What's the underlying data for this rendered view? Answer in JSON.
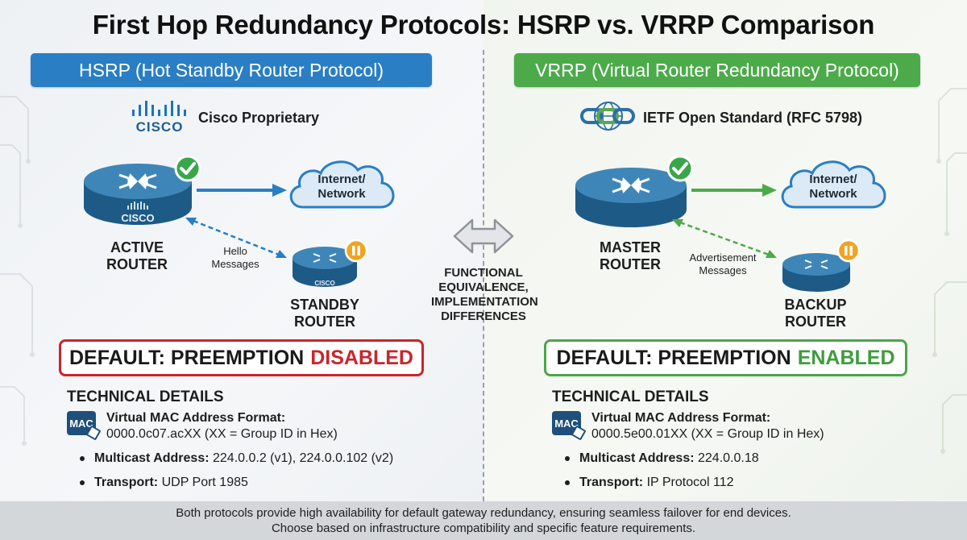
{
  "title": "First Hop Redundancy Protocols: HSRP vs. VRRP Comparison",
  "colors": {
    "hsrp_accent": "#2a7ec3",
    "vrrp_accent": "#4caa4a",
    "disabled_red": "#c8262c",
    "enabled_green": "#3f9c3d",
    "active_check": "#3aa64a",
    "standby_pause": "#f0a420"
  },
  "hsrp": {
    "banner": "HSRP (Hot Standby Router Protocol)",
    "vendor_logo_icon": "cisco-logo-icon",
    "vendor_logo_text": "CISCO",
    "vendor_text": "Cisco Proprietary",
    "primary_router_label_line1": "ACTIVE",
    "primary_router_label_line2": "ROUTER",
    "primary_router_brand": "CISCO",
    "secondary_router_label_line1": "STANDBY",
    "secondary_router_label_line2": "ROUTER",
    "secondary_router_brand": "CISCO",
    "cloud_line1": "Internet/",
    "cloud_line2": "Network",
    "messages_line1": "Hello",
    "messages_line2": "Messages",
    "preemption_prefix": "DEFAULT: PREEMPTION",
    "preemption_status": "DISABLED",
    "tech_heading": "TECHNICAL DETAILS",
    "mac_icon_text": "MAC",
    "mac_title": "Virtual MAC Address Format:",
    "mac_value": "0000.0c07.acXX (XX = Group ID in Hex)",
    "multicast_label": "Multicast Address:",
    "multicast_value": "224.0.0.2 (v1), 224.0.0.102 (v2)",
    "transport_label": "Transport:",
    "transport_value": "UDP Port 1985"
  },
  "vrrp": {
    "banner": "VRRP (Virtual Router Redundancy Protocol)",
    "vendor_logo_icon": "ietf-globe-chain-icon",
    "vendor_text": "IETF Open Standard (RFC 5798)",
    "primary_router_label_line1": "MASTER",
    "primary_router_label_line2": "ROUTER",
    "secondary_router_label_line1": "BACKUP",
    "secondary_router_label_line2": "ROUTER",
    "cloud_line1": "Internet/",
    "cloud_line2": "Network",
    "messages_line1": "Advertisement",
    "messages_line2": "Messages",
    "preemption_prefix": "DEFAULT: PREEMPTION",
    "preemption_status": "ENABLED",
    "tech_heading": "TECHNICAL DETAILS",
    "mac_icon_text": "MAC",
    "mac_title": "Virtual MAC Address Format:",
    "mac_value": "0000.5e00.01XX (XX = Group ID in Hex)",
    "multicast_label": "Multicast Address:",
    "multicast_value": "224.0.0.18",
    "transport_label": "Transport:",
    "transport_value": "IP Protocol 112"
  },
  "center": {
    "icon": "double-arrow-icon",
    "line1": "FUNCTIONAL",
    "line2": "EQUIVALENCE,",
    "line3": "IMPLEMENTATION",
    "line4": "DIFFERENCES"
  },
  "footer": {
    "line1": "Both protocols provide high availability for default gateway redundancy, ensuring seamless failover for end devices.",
    "line2": "Choose based on infrastructure compatibility and specific feature requirements."
  }
}
